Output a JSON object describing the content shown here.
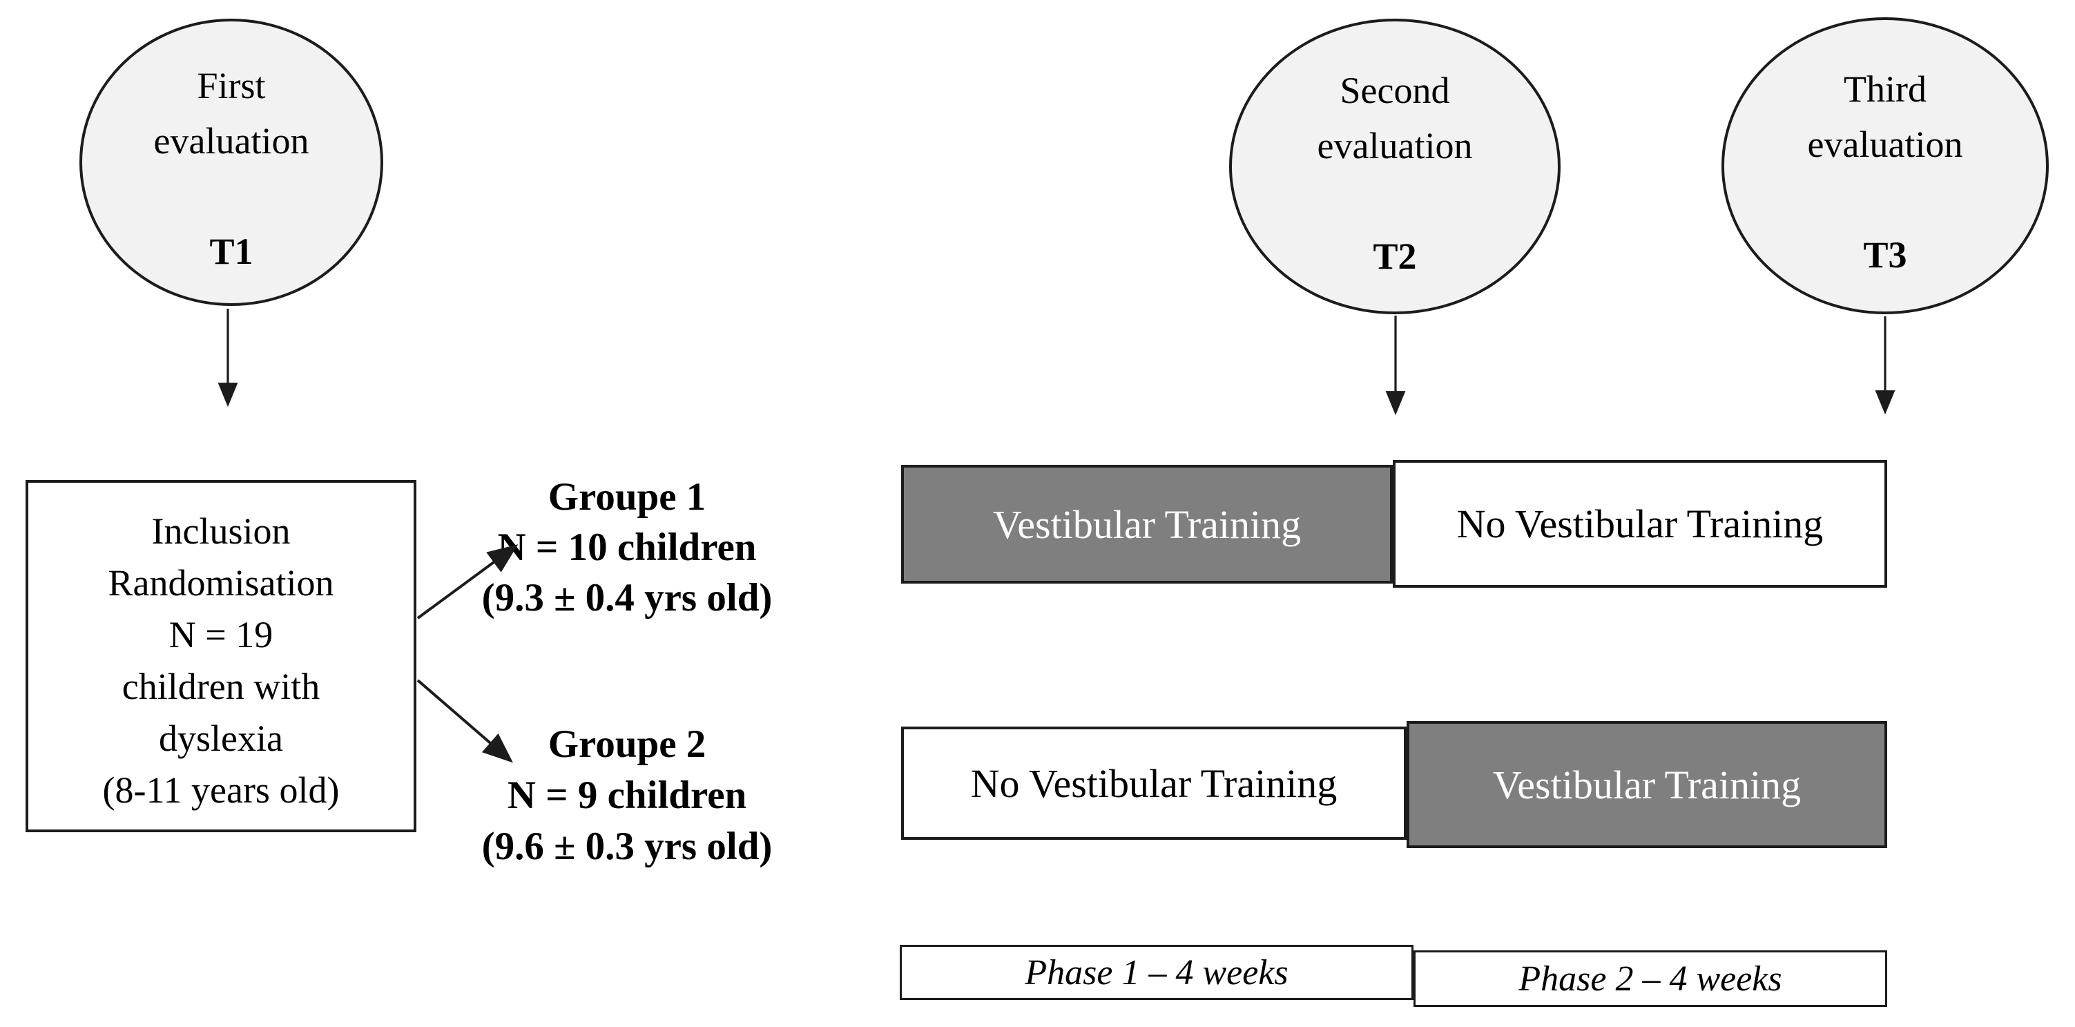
{
  "colors": {
    "bar_fill_gray": "#7f7f7f",
    "shape_fill_light": "#f2f2f2",
    "ink": "#1c1c1c",
    "bar_text_light": "#ffffff"
  },
  "evaluations": [
    {
      "line1": "First",
      "line2": "evaluation",
      "tag": "T1"
    },
    {
      "line1": "Second",
      "line2": "evaluation",
      "tag": "T2"
    },
    {
      "line1": "Third",
      "line2": "evaluation",
      "tag": "T3"
    }
  ],
  "inclusion_box": {
    "line1": "Inclusion",
    "line2": "Randomisation",
    "line3": "N = 19",
    "line4": "children with",
    "line5": "dyslexia",
    "line6": "(8-11 years old)"
  },
  "groups": [
    {
      "name": "Groupe 1",
      "size": "N = 10 children",
      "age": "(9.3 ± 0.4 yrs old)"
    },
    {
      "name": "Groupe 2",
      "size": "N = 9 children",
      "age": "(9.6 ± 0.3 yrs old)"
    }
  ],
  "timeline": {
    "group1_row": [
      {
        "label": "Vestibular Training",
        "filled": true
      },
      {
        "label": "No Vestibular Training",
        "filled": false
      }
    ],
    "group2_row": [
      {
        "label": "No Vestibular Training",
        "filled": false
      },
      {
        "label": "Vestibular Training",
        "filled": true
      }
    ],
    "phase_row": [
      {
        "label": "Phase 1 – 4 weeks"
      },
      {
        "label": "Phase 2 – 4 weeks"
      }
    ]
  }
}
